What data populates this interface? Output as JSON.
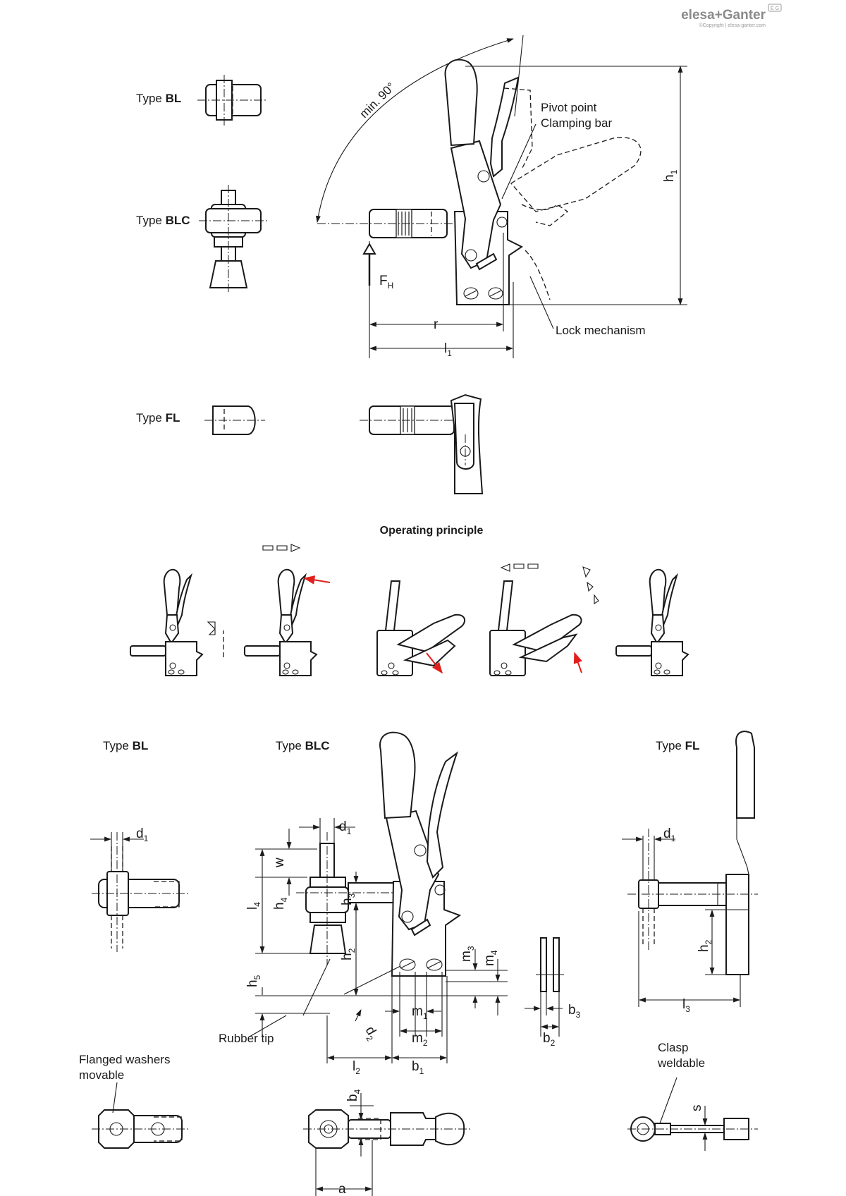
{
  "brand": {
    "logo": "elesa+Ganter",
    "badge": "E G",
    "copyright": "©Copyright | elesa-ganter.com"
  },
  "overview": {
    "types": [
      {
        "prefix": "Type ",
        "code": "BL"
      },
      {
        "prefix": "Type ",
        "code": "BLC"
      },
      {
        "prefix": "Type ",
        "code": "FL"
      }
    ],
    "angle_label": "min. 90°",
    "callouts": {
      "pivot_point": "Pivot point",
      "clamping_bar": "Clamping bar",
      "lock_mechanism": "Lock mechanism"
    },
    "force": {
      "symbol": "F",
      "subscript": "H"
    },
    "dims": {
      "r": "r",
      "l1": {
        "base": "l",
        "sub": "1"
      },
      "h1": {
        "base": "h",
        "sub": "1"
      }
    }
  },
  "operating_principle": {
    "title": "Operating principle",
    "step_count": 5
  },
  "detail": {
    "types": [
      {
        "prefix": "Type ",
        "code": "BL"
      },
      {
        "prefix": "Type ",
        "code": "BLC"
      },
      {
        "prefix": "Type ",
        "code": "FL"
      }
    ],
    "dims": {
      "d1": {
        "base": "d",
        "sub": "1"
      },
      "w": {
        "base": "w",
        "sub": ""
      },
      "l4": {
        "base": "l",
        "sub": "4"
      },
      "h4": {
        "base": "h",
        "sub": "4"
      },
      "h3": {
        "base": "h",
        "sub": "3"
      },
      "h2": {
        "base": "h",
        "sub": "2"
      },
      "h5": {
        "base": "h",
        "sub": "5"
      },
      "m3": {
        "base": "m",
        "sub": "3"
      },
      "m4": {
        "base": "m",
        "sub": "4"
      },
      "m1": {
        "base": "m",
        "sub": "1"
      },
      "m2": {
        "base": "m",
        "sub": "2"
      },
      "d2": {
        "base": "d",
        "sub": "2"
      },
      "l2": {
        "base": "l",
        "sub": "2"
      },
      "b1": {
        "base": "b",
        "sub": "1"
      },
      "b2": {
        "base": "b",
        "sub": "2"
      },
      "b3": {
        "base": "b",
        "sub": "3"
      },
      "l3": {
        "base": "l",
        "sub": "3"
      },
      "b4": {
        "base": "b",
        "sub": "4"
      },
      "a": {
        "base": "a",
        "sub": ""
      },
      "s": {
        "base": "s",
        "sub": ""
      }
    },
    "callouts": {
      "rubber_tip": "Rubber tip",
      "flanged_washers_1": "Flanged washers",
      "flanged_washers_2": "movable",
      "clasp_1": "Clasp",
      "clasp_2": "weldable"
    }
  }
}
